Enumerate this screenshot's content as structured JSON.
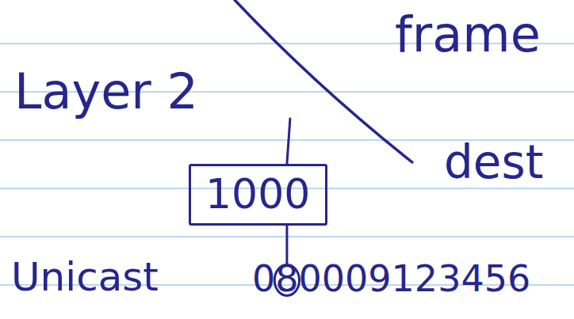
{
  "diagram": {
    "nodes": [
      {
        "text": [
          "1000"
        ]
      }
    ],
    "labels": [
      "Layer 2",
      "frame",
      "dest",
      "Unicast",
      "080009123456"
    ]
  }
}
